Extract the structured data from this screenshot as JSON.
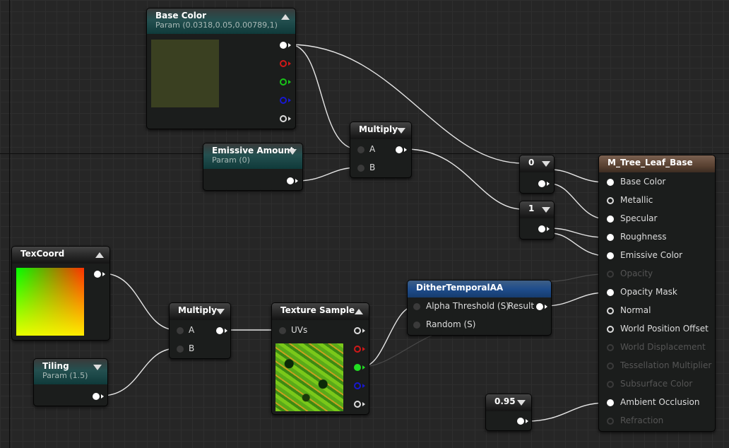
{
  "colors": {
    "base_color_swatch": "#3a4021",
    "pin_white": "#ffffff",
    "pin_red": "#d01818",
    "pin_green": "#18c418",
    "pin_blue": "#1818d0",
    "wire": "#e0e0e0"
  },
  "nodes": {
    "base_color": {
      "title": "Base Color",
      "subtitle": "Param (0.0318,0.05,0.00789,1)"
    },
    "emissive_amount": {
      "title": "Emissive Amount",
      "subtitle": "Param (0)"
    },
    "multiply_top": {
      "title": "Multiply",
      "pin_a": "A",
      "pin_b": "B"
    },
    "const_0": {
      "title": "0"
    },
    "const_1": {
      "title": "1"
    },
    "texcoord": {
      "title": "TexCoord"
    },
    "tiling": {
      "title": "Tiling",
      "subtitle": "Param (1.5)"
    },
    "multiply_bottom": {
      "title": "Multiply",
      "pin_a": "A",
      "pin_b": "B"
    },
    "texture_sample": {
      "title": "Texture Sample",
      "pin_uvs": "UVs"
    },
    "dither": {
      "title": "DitherTemporalAA",
      "pin_alpha": "Alpha Threshold (S)",
      "pin_result": "Result",
      "pin_random": "Random (S)"
    },
    "const_095": {
      "title": "0.95"
    }
  },
  "material": {
    "title": "M_Tree_Leaf_Base",
    "pins": [
      {
        "label": "Base Color",
        "state": "connected"
      },
      {
        "label": "Metallic",
        "state": "open"
      },
      {
        "label": "Specular",
        "state": "connected"
      },
      {
        "label": "Roughness",
        "state": "connected"
      },
      {
        "label": "Emissive Color",
        "state": "connected"
      },
      {
        "label": "Opacity",
        "state": "disabled"
      },
      {
        "label": "Opacity Mask",
        "state": "connected"
      },
      {
        "label": "Normal",
        "state": "open"
      },
      {
        "label": "World Position Offset",
        "state": "open"
      },
      {
        "label": "World Displacement",
        "state": "disabled"
      },
      {
        "label": "Tessellation Multiplier",
        "state": "disabled"
      },
      {
        "label": "Subsurface Color",
        "state": "disabled"
      },
      {
        "label": "Ambient Occlusion",
        "state": "connected"
      },
      {
        "label": "Refraction",
        "state": "disabled"
      }
    ]
  }
}
